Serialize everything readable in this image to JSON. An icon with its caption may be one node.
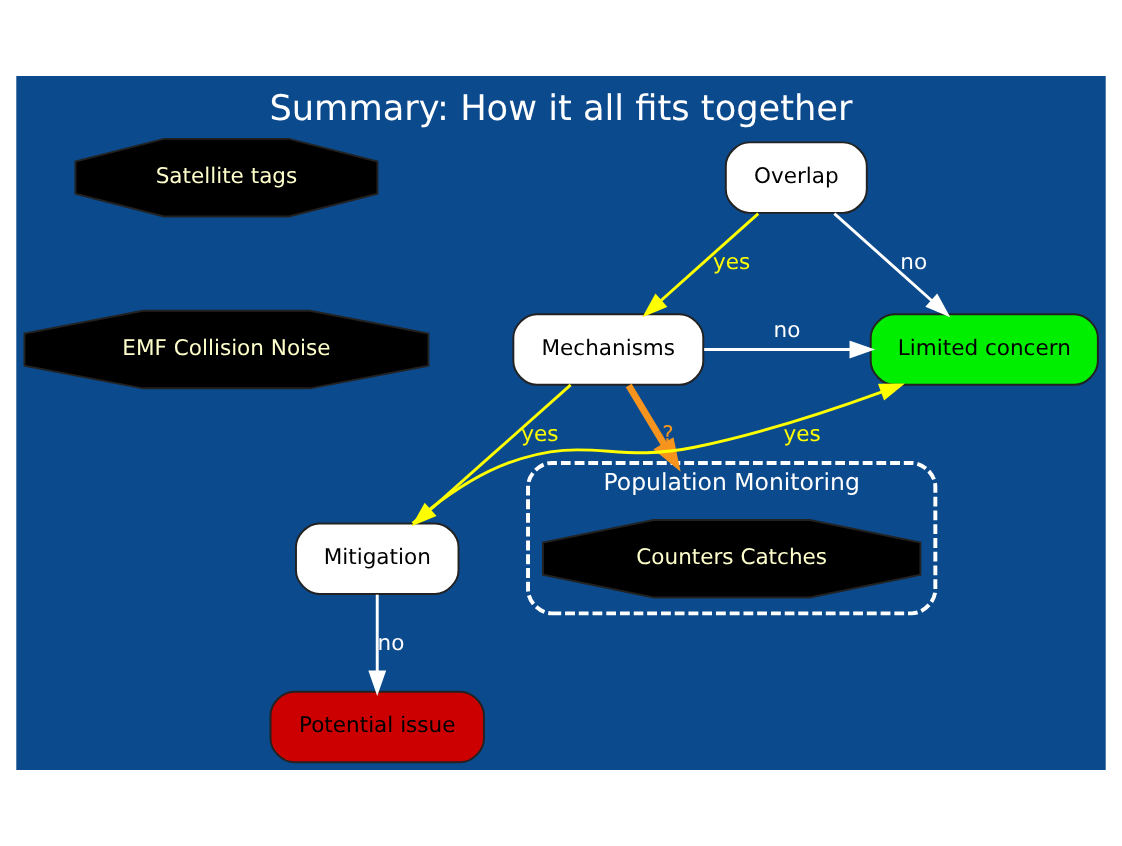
{
  "diagram": {
    "title": "Summary: How it all fits together",
    "nodes": [
      {
        "text": [
          "Satellite tags"
        ]
      },
      {
        "text": [
          "Overlap"
        ]
      },
      {
        "text": [
          "EMF Collision Noise"
        ]
      },
      {
        "text": [
          "Mechanisms"
        ]
      },
      {
        "text": [
          "Limited concern"
        ]
      },
      {
        "text": [
          "Mitigation"
        ]
      },
      {
        "text": [
          "Population Monitoring"
        ]
      },
      {
        "text": [
          "Counters Catches"
        ],
        "in": 6
      },
      {
        "text": [
          "Potential issue"
        ]
      }
    ],
    "edges": [
      {
        "from": 1,
        "to": 3,
        "arrow": "to",
        "label": "yes",
        "color": "#ffff00"
      },
      {
        "from": 1,
        "to": 4,
        "arrow": "to",
        "label": "no",
        "color": "#ffffff"
      },
      {
        "from": 3,
        "to": 4,
        "arrow": "to",
        "label": "no",
        "color": "#ffffff"
      },
      {
        "from": 3,
        "to": 5,
        "arrow": "to",
        "label": "yes",
        "color": "#ffff00"
      },
      {
        "from": 5,
        "to": 4,
        "arrow": "to",
        "label": "yes",
        "color": "#ffff00"
      },
      {
        "from": 3,
        "to": 6,
        "arrow": "to",
        "label": "?",
        "style": "thick",
        "color": "#f7941d"
      },
      {
        "from": 5,
        "to": 8,
        "arrow": "to",
        "label": "no",
        "color": "#ffffff"
      }
    ]
  }
}
